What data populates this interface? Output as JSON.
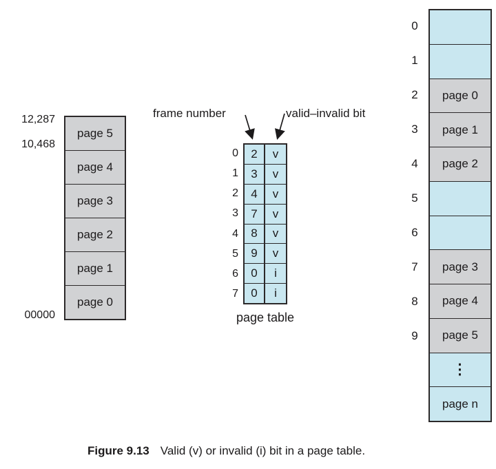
{
  "figure": {
    "caption_label": "Figure 9.13",
    "caption_text": "Valid (v) or invalid (i) bit in a page table."
  },
  "colors": {
    "cell_blue": "#c9e7f0",
    "cell_gray": "#d1d2d4",
    "border": "#2b2829"
  },
  "logical_memory": {
    "address_top": "12,287",
    "address_mid": "10,468",
    "address_bottom": "00000",
    "pages": [
      "page 5",
      "page 4",
      "page 3",
      "page 2",
      "page 1",
      "page 0"
    ]
  },
  "page_table": {
    "label": "page table",
    "frame_number_label": "frame number",
    "valid_invalid_label": "valid–invalid bit",
    "rows": [
      {
        "index": "0",
        "frame": "2",
        "bit": "v"
      },
      {
        "index": "1",
        "frame": "3",
        "bit": "v"
      },
      {
        "index": "2",
        "frame": "4",
        "bit": "v"
      },
      {
        "index": "3",
        "frame": "7",
        "bit": "v"
      },
      {
        "index": "4",
        "frame": "8",
        "bit": "v"
      },
      {
        "index": "5",
        "frame": "9",
        "bit": "v"
      },
      {
        "index": "6",
        "frame": "0",
        "bit": "i"
      },
      {
        "index": "7",
        "frame": "0",
        "bit": "i"
      }
    ]
  },
  "physical_memory": {
    "frames": [
      {
        "index": "0",
        "content": ""
      },
      {
        "index": "1",
        "content": ""
      },
      {
        "index": "2",
        "content": "page 0"
      },
      {
        "index": "3",
        "content": "page 1"
      },
      {
        "index": "4",
        "content": "page 2"
      },
      {
        "index": "5",
        "content": ""
      },
      {
        "index": "6",
        "content": ""
      },
      {
        "index": "7",
        "content": "page 3"
      },
      {
        "index": "8",
        "content": "page 4"
      },
      {
        "index": "9",
        "content": "page 5"
      },
      {
        "index": "",
        "content": "⋮"
      },
      {
        "index": "",
        "content": "page n"
      }
    ]
  }
}
